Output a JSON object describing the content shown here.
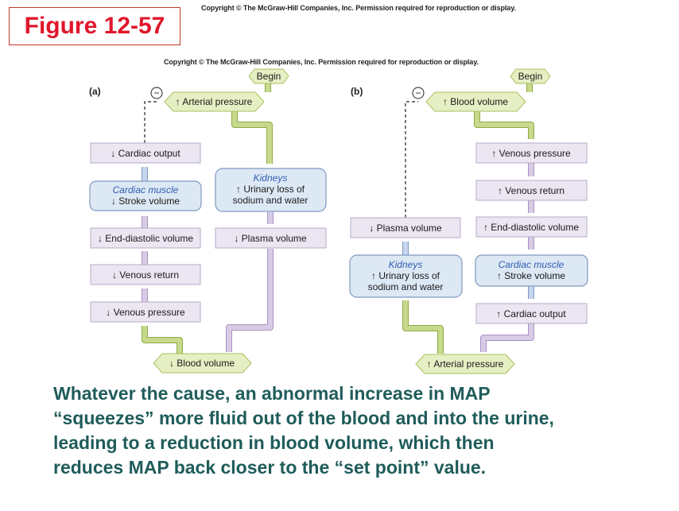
{
  "copyright_top": "Copyright © The McGraw-Hill Companies, Inc. Permission required for reproduction or display.",
  "copyright_mid": "Copyright © The McGraw-Hill Companies, Inc. Permission required for reproduction or display.",
  "figure_label": "Figure 12-57",
  "panel_a": {
    "letter": "(a)",
    "begin": "Begin",
    "minus": "−",
    "arterial_pressure": "↑ Arterial pressure",
    "cardiac_output": "↓ Cardiac output",
    "cardiac_muscle_title": "Cardiac muscle",
    "stroke_volume": "↓ Stroke volume",
    "end_diastolic_volume": "↓ End-diastolic volume",
    "venous_return": "↓ Venous return",
    "venous_pressure": "↓ Venous pressure",
    "kidneys_title": "Kidneys",
    "urinary_loss_line1": "↑ Urinary loss of",
    "urinary_loss_line2": "sodium and water",
    "plasma_volume": "↓ Plasma volume",
    "blood_volume": "↓ Blood volume"
  },
  "panel_b": {
    "letter": "(b)",
    "begin": "Begin",
    "minus": "−",
    "blood_volume": "↑ Blood volume",
    "venous_pressure": "↑ Venous pressure",
    "venous_return": "↑ Venous return",
    "end_diastolic_volume": "↑ End-diastolic volume",
    "cardiac_muscle_title": "Cardiac muscle",
    "stroke_volume": "↑ Stroke volume",
    "cardiac_output": "↑ Cardiac output",
    "plasma_volume": "↓ Plasma volume",
    "kidneys_title": "Kidneys",
    "urinary_loss_line1": "↑ Urinary loss of",
    "urinary_loss_line2": "sodium and water",
    "arterial_pressure": "↑ Arterial pressure"
  },
  "caption": {
    "line1": "Whatever the cause, an abnormal increase in MAP",
    "line2": "“squeezes” more fluid out of the blood and into the urine,",
    "line3": "leading to a reduction in blood volume, which then",
    "line4": "reduces MAP back closer to the “set point” value."
  },
  "colors": {
    "figure_label": "#e0162b",
    "caption": "#1f5c5a",
    "purple_box": "#ebe6f1",
    "green_hex": "#e6efc3",
    "blue_box": "#dde8f5"
  }
}
